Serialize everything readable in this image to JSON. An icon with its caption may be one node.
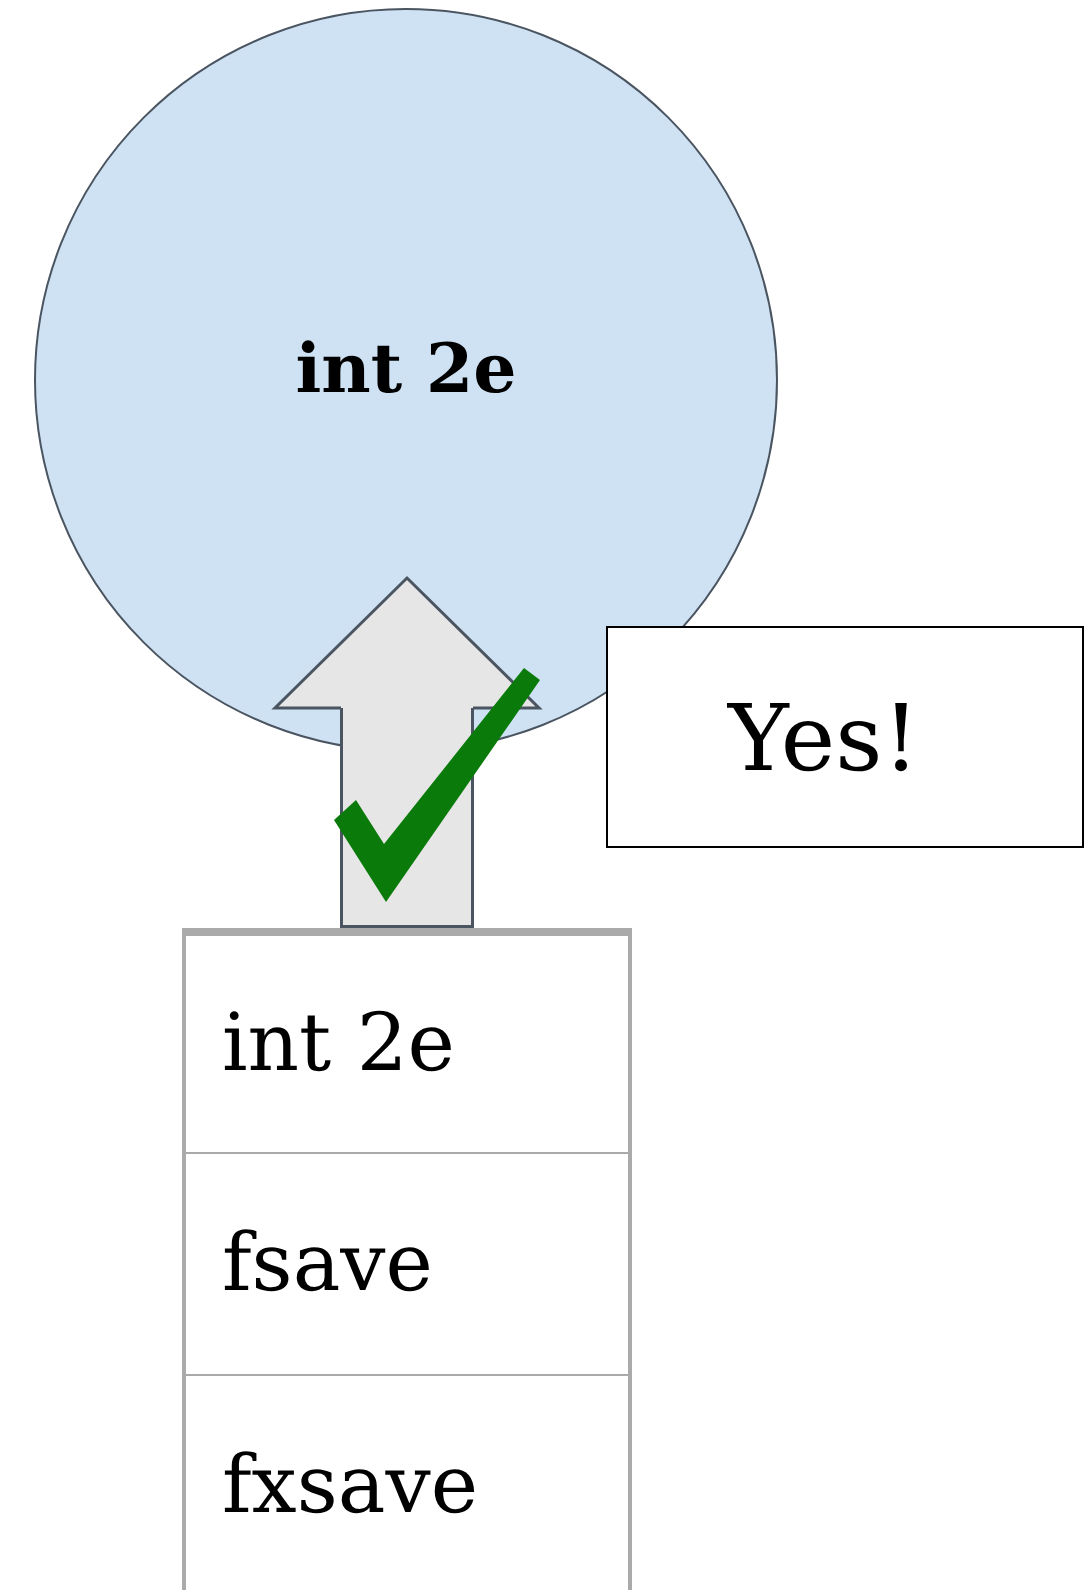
{
  "diagram": {
    "nodes": [
      {
        "text": [
          "int 2e"
        ]
      },
      {
        "text": [
          "Yes!"
        ]
      },
      {
        "text": [
          "int 2e"
        ]
      },
      {
        "text": [
          "fsave"
        ]
      },
      {
        "text": [
          "fxsave"
        ]
      }
    ],
    "edges": [
      {
        "from": 2,
        "to": 0,
        "arrow": "to"
      }
    ]
  }
}
